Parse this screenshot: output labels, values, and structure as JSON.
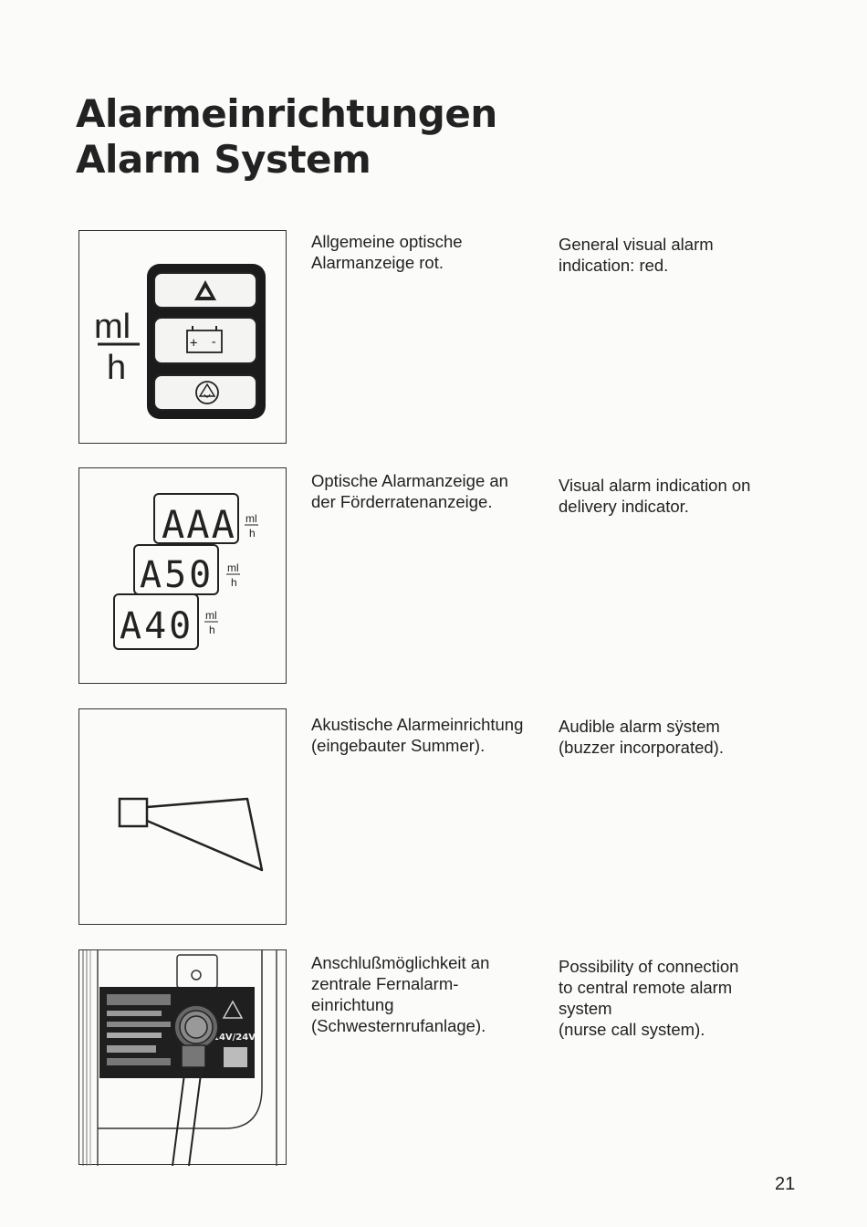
{
  "title": {
    "line1": "Alarmeinrichtungen",
    "line2": "Alarm System"
  },
  "sections": [
    {
      "de": "Allgemeine optische\nAlarmanzeige rot.",
      "en": "General visual alarm\nindication: red.",
      "figure": {
        "unit_top": "ml",
        "unit_bottom": "h",
        "battery_plus": "+",
        "battery_minus": "-",
        "icons": [
          "warning-triangle-icon",
          "battery-icon",
          "buzzer-icon"
        ]
      }
    },
    {
      "de": "Optische Alarmanzeige an\nder Förderratenanzeige.",
      "en": "Visual alarm indication on\ndelivery indicator.",
      "figure": {
        "displays": [
          {
            "reading": "AAA",
            "unit_top": "ml",
            "unit_bottom": "h"
          },
          {
            "reading": "A50",
            "unit_top": "ml",
            "unit_bottom": "h"
          },
          {
            "reading": "A40",
            "unit_top": "ml",
            "unit_bottom": "h"
          }
        ]
      }
    },
    {
      "de": "Akustische Alarmeinrichtung\n(eingebauter Summer).",
      "en": "Audible alarm sÿstem\n(buzzer incorporated).",
      "figure": {
        "icons": [
          "loudspeaker-icon"
        ]
      }
    },
    {
      "de": "Anschlußmöglichkeit an\nzentrale Fernalarm-\neinrichtung\n(Schwesternrufanlage).",
      "en": "Possibility of connection\nto central remote alarm\nsystem\n(nurse call system).",
      "figure": {
        "plate_label": "14V/24V"
      }
    }
  ],
  "page_number": "21"
}
